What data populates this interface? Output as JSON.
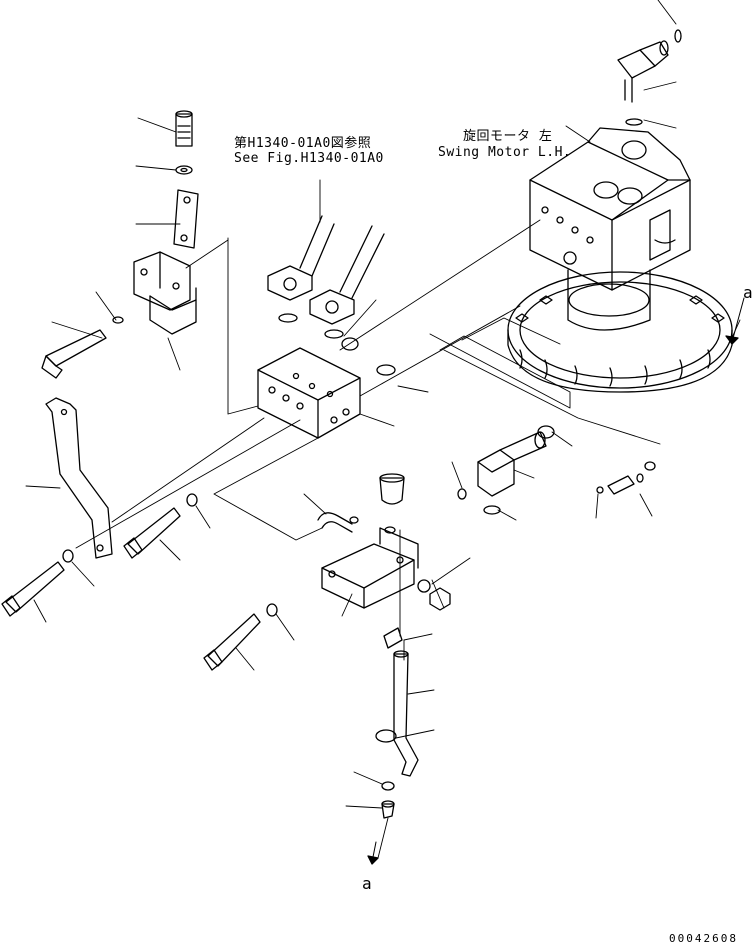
{
  "labels": {
    "reference_jp": "第H1340-01A0図参照",
    "reference_en": "See Fig.H1340-01A0",
    "motor_jp": "旋回モータ 左",
    "motor_en": "Swing Motor L.H.",
    "connector_top": "a",
    "connector_bottom": "a",
    "drawing_number": "00042608"
  },
  "colors": {
    "line": "#000000",
    "background": "#ffffff"
  }
}
